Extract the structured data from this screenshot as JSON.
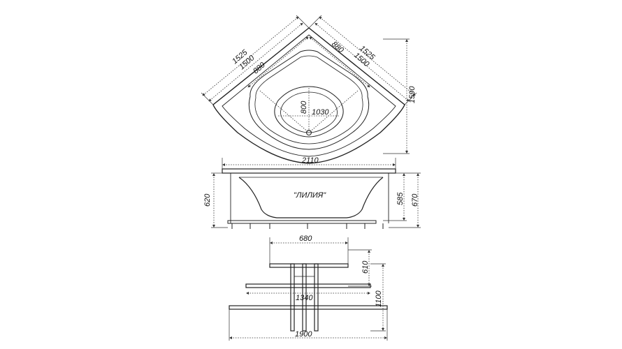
{
  "top_view": {
    "dims": {
      "side_outer_left": "1525",
      "side_inner_left": "1500",
      "inner_left": "880",
      "inner_right": "880",
      "side_inner_right": "1500",
      "side_outer_right": "1525",
      "height": "1590",
      "bowl_depth": "800",
      "bowl_width": "1030"
    }
  },
  "side_view": {
    "dims": {
      "length": "2110",
      "height_total": "620",
      "rim_height": "585",
      "frame_height": "670"
    },
    "model_name": "\"ЛИЛИЯ\""
  },
  "frame_view": {
    "dims": {
      "top_width": "680",
      "top_depth": "610",
      "mid_width": "1340",
      "depth": "1100",
      "bottom_width": "1900"
    }
  }
}
